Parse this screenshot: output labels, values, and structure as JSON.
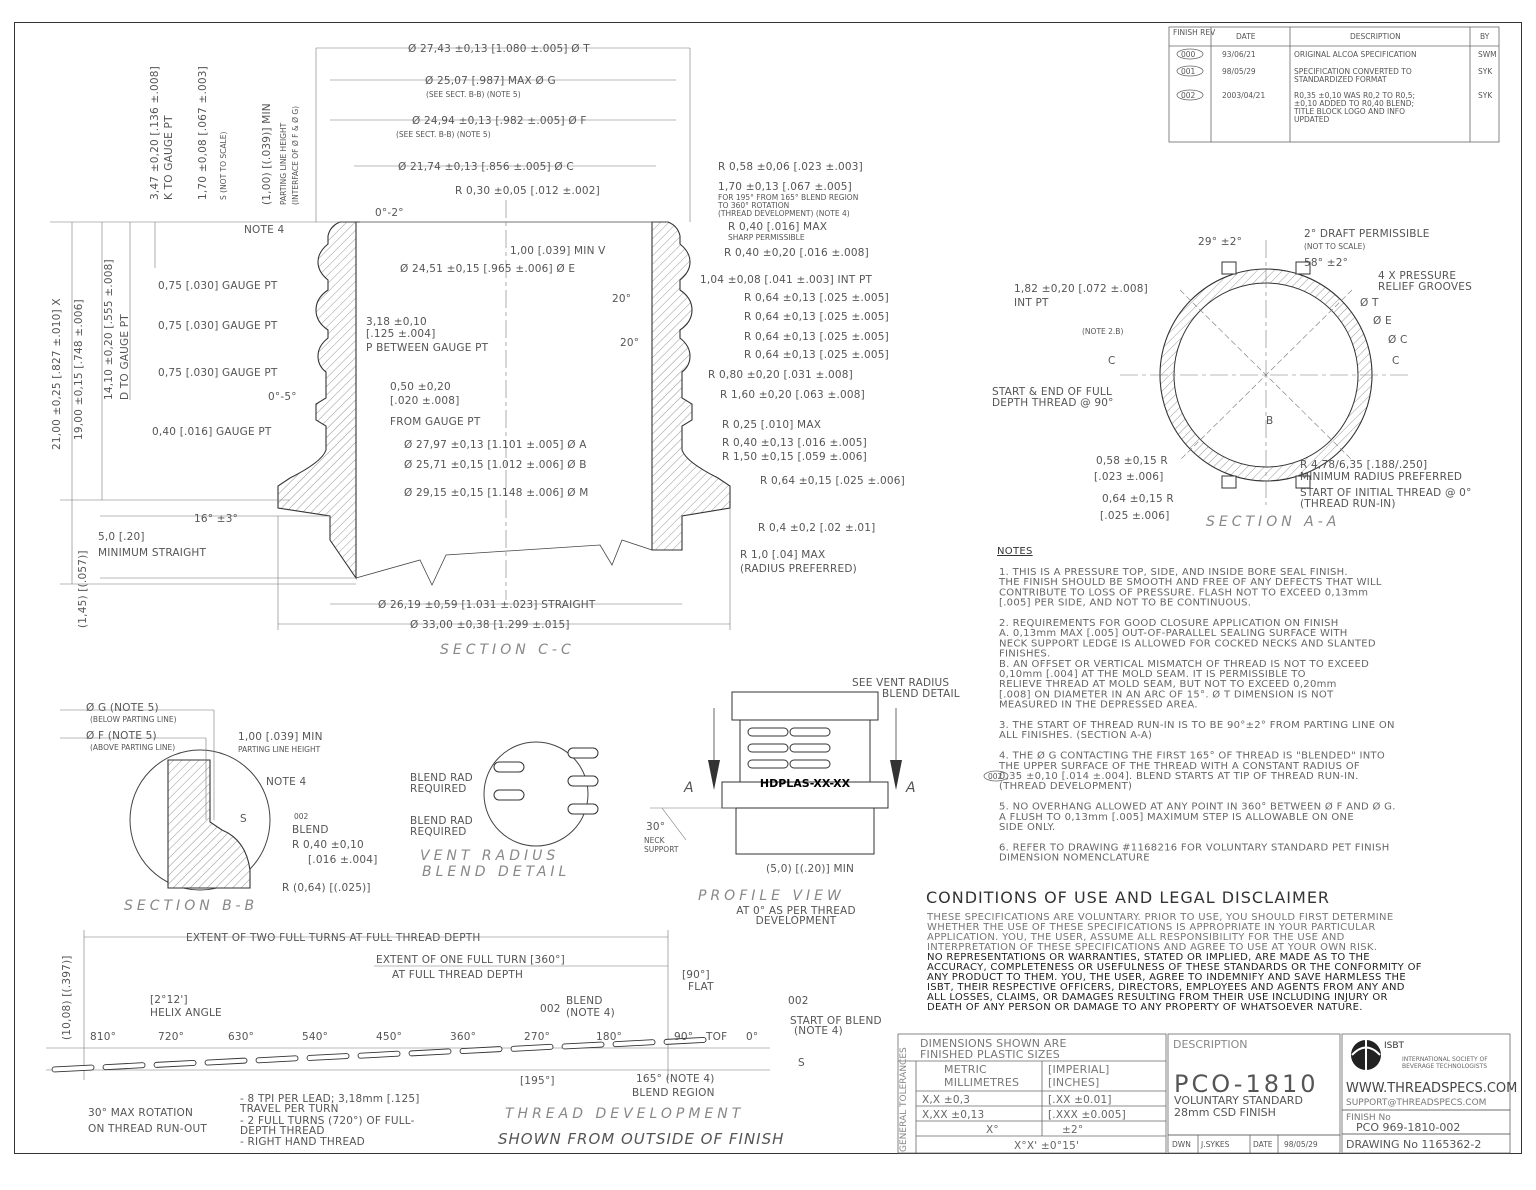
{
  "revision_table": {
    "headers": [
      "FINISH REV",
      "DATE",
      "DESCRIPTION",
      "BY"
    ],
    "rows": [
      {
        "rev": "000",
        "date": "93/06/21",
        "desc": [
          "ORIGINAL ALCOA SPECIFICATION"
        ],
        "by": "SWM"
      },
      {
        "rev": "001",
        "date": "98/05/29",
        "desc": [
          "SPECIFICATION CONVERTED TO",
          "STANDARDIZED FORMAT"
        ],
        "by": "SYK"
      },
      {
        "rev": "002",
        "date": "2003/04/21",
        "desc": [
          "R0,35 ±0,10 WAS R0,2 TO R0,5;",
          "±0,10 ADDED TO R0,40 BLEND;",
          "TITLE BLOCK LOGO AND INFO",
          "UPDATED"
        ],
        "by": "SYK"
      }
    ]
  },
  "section_cc": {
    "title": "SECTION C-C",
    "dims_top": [
      "Ø 27,43 ±0,13 [1.080 ±.005] Ø T",
      "Ø 25,07 [.987] MAX Ø G",
      "(SEE SECT. B-B)  (NOTE 5)",
      "Ø 24,94 ±0,13 [.982 ±.005] Ø F",
      "(SEE SECT. B-B)  (NOTE 5)",
      "Ø 21,74 ±0,13 [.856 ±.005] Ø C",
      "R 0,30 ±0,05 [.012 ±.002]",
      "0°-2°"
    ],
    "vertical_dims": [
      "3,47 ±0,20 [.136 ±.008]",
      "K TO GAUGE PT",
      "1,70 ±0,08 [.067 ±.003]",
      "S  (NOT TO SCALE)",
      "(1,00) [(.039)] MIN",
      "PARTING LINE HEIGHT",
      "(INTERFACE OF Ø F & Ø G)",
      "14,10 ±0,20 [.555 ±.008]",
      "D TO GAUGE PT",
      "19,00 ±0,15 [.748 ±.006]",
      "21,00 ±0,25 [.827 ±.010] X",
      "(1,45) [(.057)]"
    ],
    "left_labels": [
      "NOTE 4",
      "0,75 [.030] GAUGE PT",
      "0,75 [.030] GAUGE PT",
      "0,75 [.030] GAUGE PT",
      "0°-5°",
      "0,40 [.016] GAUGE PT",
      "16° ±3°",
      "5,0 [.20]",
      "MINIMUM STRAIGHT"
    ],
    "inner_labels": [
      "1,00 [.039] MIN V",
      "Ø 24,51 ±0,15 [.965 ±.006] Ø E",
      "3,18 ±0,10",
      "[.125 ±.004]",
      "P BETWEEN GAUGE PT",
      "0,50 ±0,20",
      "[.020 ±.008]",
      "FROM GAUGE PT",
      "Ø 27,97 ±0,13 [1.101 ±.005] Ø A",
      "Ø 25,71 ±0,15 [1.012 ±.006] Ø B",
      "Ø 29,15 ±0,15 [1.148 ±.006] Ø M",
      "20°",
      "20°"
    ],
    "right_labels": [
      "R 0,58 ±0,06 [.023 ±.003]",
      "1,70 ±0,13 [.067 ±.005]",
      "FOR 195° FROM 165° BLEND REGION",
      "TO 360° ROTATION",
      "(THREAD DEVELOPMENT) (NOTE 4)",
      "R 0,40 [.016] MAX",
      "SHARP PERMISSIBLE",
      "R 0,40 ±0,20 [.016 ±.008]",
      "1,04 ±0,08 [.041 ±.003] INT PT",
      "R 0,64 ±0,13 [.025 ±.005]",
      "R 0,64 ±0,13 [.025 ±.005]",
      "R 0,64 ±0,13 [.025 ±.005]",
      "R 0,64 ±0,13 [.025 ±.005]",
      "R 0,80 ±0,20 [.031 ±.008]",
      "R 1,60 ±0,20 [.063 ±.008]",
      "R 0,25 [.010] MAX",
      "R 0,40 ±0,13 [.016 ±.005]",
      "R 1,50 ±0,15 [.059 ±.006]",
      "R 0,64 ±0,15 [.025 ±.006]",
      "R 0,4 ±0,2 [.02 ±.01]",
      "R 1,0 [.04] MAX",
      "(RADIUS PREFERRED)"
    ],
    "bottom_dims": [
      "Ø 26,19 ±0,59 [1.031 ±.023] STRAIGHT",
      "Ø 33,00 ±0,38 [1.299 ±.015]"
    ]
  },
  "section_aa": {
    "title": "SECTION A-A",
    "labels": [
      "29° ±2°",
      "2° DRAFT PERMISSIBLE",
      "(NOT TO SCALE)",
      "58° ±2°",
      "4 X PRESSURE",
      "RELIEF GROOVES",
      "1,82 ±0,20 [.072 ±.008]",
      "INT PT",
      "Ø T",
      "Ø E",
      "Ø C",
      "(NOTE 2.B)",
      "START & END OF FULL",
      "DEPTH THREAD @ 90°",
      "0,58 ±0,15 R",
      "[.023 ±.006]",
      "R 4,78/6,35 [.188/.250]",
      "MINIMUM RADIUS PREFERRED",
      "START OF INITIAL THREAD @ 0°",
      "(THREAD RUN-IN)",
      "0,64 ±0,15 R",
      "[.025 ±.006]",
      "C",
      "C",
      "B"
    ]
  },
  "notes": {
    "heading": "NOTES",
    "lines": [
      "1. THIS IS A PRESSURE TOP, SIDE, AND INSIDE BORE SEAL FINISH.",
      "   THE FINISH SHOULD BE SMOOTH AND FREE OF ANY DEFECTS THAT WILL",
      "   CONTRIBUTE TO LOSS OF PRESSURE.  FLASH NOT TO EXCEED 0,13mm",
      "   [.005] PER SIDE, AND NOT TO BE CONTINUOUS.",
      "",
      "2. REQUIREMENTS FOR GOOD CLOSURE APPLICATION ON FINISH",
      "   A. 0,13mm MAX [.005] OUT-OF-PARALLEL SEALING SURFACE WITH",
      "      NECK SUPPORT LEDGE IS ALLOWED FOR COCKED NECKS AND SLANTED",
      "      FINISHES.",
      "   B. AN OFFSET OR VERTICAL MISMATCH OF THREAD IS NOT TO EXCEED",
      "      0,10mm [.004] AT THE MOLD SEAM.  IT IS PERMISSIBLE TO",
      "      RELIEVE THREAD AT MOLD SEAM, BUT NOT TO EXCEED 0,20mm",
      "      [.008] ON DIAMETER IN AN ARC OF 15°.  Ø T DIMENSION IS NOT",
      "      MEASURED IN THE DEPRESSED AREA.",
      "",
      "3. THE START OF THREAD RUN-IN IS TO BE 90°±2° FROM PARTING LINE ON",
      "   ALL FINISHES.  (SECTION A-A)",
      "",
      "4. THE Ø G CONTACTING THE FIRST 165° OF THREAD IS \"BLENDED\" INTO",
      "   THE UPPER SURFACE OF THE THREAD WITH A CONSTANT RADIUS OF",
      "   0,35 ±0,10 [.014 ±.004].  BLEND STARTS AT TIP OF THREAD RUN-IN.",
      "   (THREAD DEVELOPMENT)",
      "",
      "5. NO OVERHANG ALLOWED AT ANY POINT IN 360° BETWEEN Ø F AND Ø G.",
      "   A FLUSH TO 0,13mm [.005] MAXIMUM STEP IS ALLOWABLE ON ONE",
      "   SIDE ONLY.",
      "",
      "6. REFER TO DRAWING #1168216 FOR VOLUNTARY STANDARD PET FINISH",
      "   DIMENSION NOMENCLATURE"
    ],
    "rev_tag": "002"
  },
  "disclaimer": {
    "heading": "CONDITIONS OF USE AND LEGAL DISCLAIMER",
    "lines": [
      "THESE SPECIFICATIONS ARE VOLUNTARY.  PRIOR TO USE, YOU SHOULD FIRST DETERMINE",
      "WHETHER THE USE OF THESE SPECIFICATIONS IS APPROPRIATE IN YOUR PARTICULAR",
      "APPLICATION.  YOU, THE USER, ASSUME ALL RESPONSIBILITY FOR THE USE AND",
      "INTERPRETATION OF THESE SPECIFICATIONS AND AGREE TO USE AT YOUR OWN RISK.",
      "NO REPRESENTATIONS OR WARRANTIES, STATED OR IMPLIED, ARE MADE AS TO THE",
      "ACCURACY, COMPLETENESS OR USEFULNESS OF THESE STANDARDS OR THE CONFORMITY OF",
      "ANY PRODUCT TO THEM.  YOU, THE USER, AGREE TO INDEMNIFY AND SAVE HARMLESS THE",
      "ISBT, THEIR RESPECTIVE OFFICERS, DIRECTORS, EMPLOYEES AND AGENTS FROM ANY AND",
      "ALL LOSSES, CLAIMS, OR DAMAGES RESULTING FROM THEIR USE INCLUDING INJURY OR",
      "DEATH OF ANY PERSON OR DAMAGE TO ANY PROPERTY OF WHATSOEVER NATURE."
    ]
  },
  "section_bb": {
    "title": "SECTION B-B",
    "labels": [
      "Ø G  (NOTE 5)",
      "(BELOW PARTING LINE)",
      "Ø F  (NOTE 5)",
      "(ABOVE PARTING LINE)",
      "1,00 [.039] MIN",
      "PARTING LINE HEIGHT",
      "NOTE 4",
      "S",
      "002",
      "BLEND",
      "R 0,40 ±0,10",
      "[.016 ±.004]",
      "R (0,64) [(.025)]"
    ]
  },
  "vent_detail": {
    "title": "VENT RADIUS BLEND DETAIL",
    "labels": [
      "BLEND RAD",
      "REQUIRED",
      "BLEND RAD",
      "REQUIRED"
    ]
  },
  "profile_view": {
    "title": "PROFILE VIEW",
    "subtitle": [
      "AT 0° AS PER THREAD",
      "DEVELOPMENT"
    ],
    "stamp": "HDPLAS-XX-XX",
    "labels": [
      "SEE VENT RADIUS",
      "BLEND DETAIL",
      "A",
      "A",
      "30°",
      "NECK",
      "SUPPORT",
      "(5,0) [(.20)] MIN"
    ]
  },
  "thread_dev": {
    "title": "THREAD DEVELOPMENT",
    "subtitle": "SHOWN FROM OUTSIDE OF FINISH",
    "labels": [
      "EXTENT OF TWO FULL TURNS AT FULL THREAD DEPTH",
      "EXTENT OF ONE FULL TURN [360°]",
      "AT FULL THREAD DEPTH",
      "[90°]",
      "FLAT",
      "[2°12']",
      "HELIX ANGLE",
      "002",
      "BLEND",
      "(NOTE 4)",
      "002",
      "START OF BLEND",
      "(NOTE 4)",
      "(10,08) [(.397)]",
      "S",
      "[195°]",
      "165° (NOTE 4)",
      "BLEND REGION",
      "30° MAX ROTATION",
      "ON THREAD RUN-OUT",
      "- 8 TPI PER LEAD; 3,18mm [.125]",
      "  TRAVEL PER TURN",
      "- 2 FULL TURNS (720°) OF FULL-",
      "  DEPTH THREAD",
      "- RIGHT HAND THREAD"
    ],
    "degrees": [
      "810°",
      "720°",
      "630°",
      "540°",
      "450°",
      "360°",
      "270°",
      "180°",
      "90°",
      "TOF",
      "0°"
    ]
  },
  "tolerances": {
    "side_label": "GENERAL TOLERANCES",
    "header": [
      "DIMENSIONS SHOWN ARE",
      "FINISHED PLASTIC SIZES"
    ],
    "col_metric": [
      "METRIC",
      "MILLIMETRES"
    ],
    "col_imperial": [
      "[IMPERIAL]",
      "[INCHES]"
    ],
    "rows": [
      [
        "X,X      ±0,3",
        "[.XX    ±0.01]"
      ],
      [
        "X,XX     ±0,13",
        "[.XXX ±0.005]"
      ],
      [
        "X°",
        "±2°"
      ],
      [
        "X°X'",
        "±0°15'"
      ]
    ]
  },
  "title_block": {
    "desc_label": "DESCRIPTION",
    "part": "PCO-1810",
    "desc_lines": [
      "VOLUNTARY STANDARD",
      "28mm CSD FINISH"
    ],
    "dwn_label": "DWN",
    "dwn": "J.SYKES",
    "date_label": "DATE",
    "date": "98/05/29",
    "isbt": "ISBT",
    "society": [
      "INTERNATIONAL SOCIETY OF",
      "BEVERAGE TECHNOLOGISTS"
    ],
    "website": "WWW.THREADSPECS.COM",
    "email": "SUPPORT@THREADSPECS.COM",
    "finish_label": "FINISH No",
    "finish": "PCO 969-1810-002",
    "drawing": "DRAWING No 1165362-2"
  }
}
